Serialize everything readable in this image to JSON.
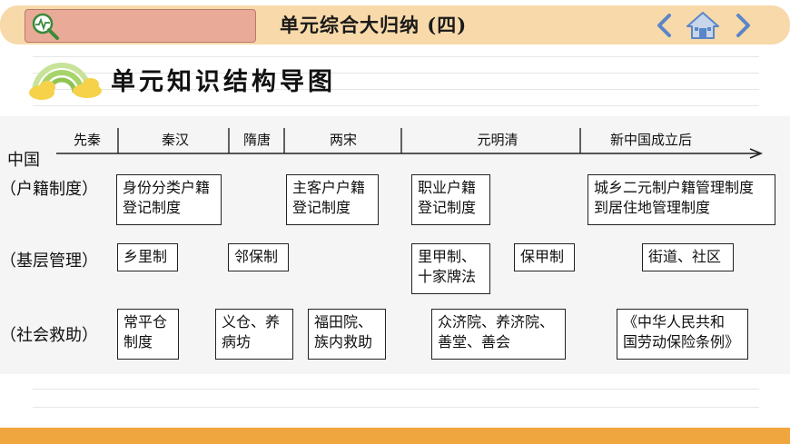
{
  "header": {
    "title": "单元综合大归纳 (四)",
    "prev_icon": "chevron-left-icon",
    "home_icon": "home-icon",
    "next_icon": "chevron-right-icon",
    "search_icon": "magnifier-chart-icon"
  },
  "section": {
    "title": "单元知识结构导图",
    "icon": "rainbow-clouds-icon"
  },
  "timeline": {
    "periods": [
      "先秦",
      "秦汉",
      "隋唐",
      "两宋",
      "元明清",
      "新中国成立后"
    ]
  },
  "rows": {
    "country": "中国",
    "huji": "（户籍制度）",
    "jiceng": "（基层管理）",
    "shehui": "（社会救助）"
  },
  "nodes": {
    "huji_qinhan": "身份分类户籍\n登记制度",
    "huji_song": "主客户户籍\n登记制度",
    "huji_ymq": "职业户籍\n登记制度",
    "huji_new": "城乡二元制户籍管理制度\n到居住地管理制度",
    "jc_qinhan": "乡里制",
    "jc_suitang": "邻保制",
    "jc_ymq1": "里甲制、\n十家牌法",
    "jc_ymq2": "保甲制",
    "jc_new": "街道、社区",
    "sh_qinhan": "常平仓\n制度",
    "sh_suitang": "义仓、养\n病坊",
    "sh_song": "福田院、\n族内救助",
    "sh_ymq": "众济院、养济院、\n  善堂、善会",
    "sh_new": "《中华人民共和\n国劳动保险条例》"
  },
  "colors": {
    "topbar": "#f8d9a9",
    "search_box": "#e9aa98",
    "nav_icon": "#5a86c8",
    "bottom_bar": "#f0a63e",
    "content_bg": "#f5f5f5"
  }
}
